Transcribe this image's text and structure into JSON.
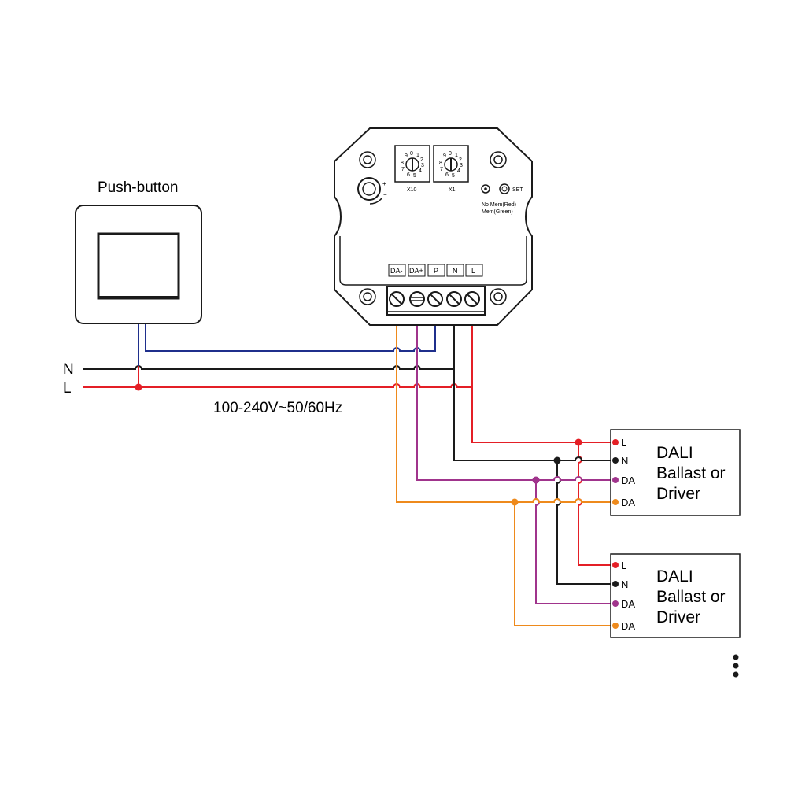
{
  "pushbutton": {
    "title": "Push-button"
  },
  "mains": {
    "n_label": "N",
    "l_label": "L",
    "voltage": "100-240V~50/60Hz"
  },
  "controller": {
    "x10_label": "X10",
    "x1_label": "X1",
    "dial_digits": [
      "0",
      "1",
      "2",
      "3",
      "4",
      "5",
      "6",
      "7",
      "8",
      "9"
    ],
    "set_label": "SET",
    "led_label_1": "No Mem(Red)",
    "led_label_2": "Mem(Green)",
    "terminals": [
      "DA-",
      "DA+",
      "P",
      "N",
      "L"
    ]
  },
  "ballast1": {
    "line1": "DALI",
    "line2": "Ballast or",
    "line3": "Driver",
    "terminals": [
      "L",
      "N",
      "DA",
      "DA"
    ]
  },
  "ballast2": {
    "line1": "DALI",
    "line2": "Ballast or",
    "line3": "Driver",
    "terminals": [
      "L",
      "N",
      "DA",
      "DA"
    ]
  },
  "colors": {
    "line_red": "#e41f26",
    "neutral_black": "#1a1a1a",
    "pushbutton_blue": "#1f2f8c",
    "dali_purple": "#a0348c",
    "dali_orange": "#ee8a1c"
  }
}
